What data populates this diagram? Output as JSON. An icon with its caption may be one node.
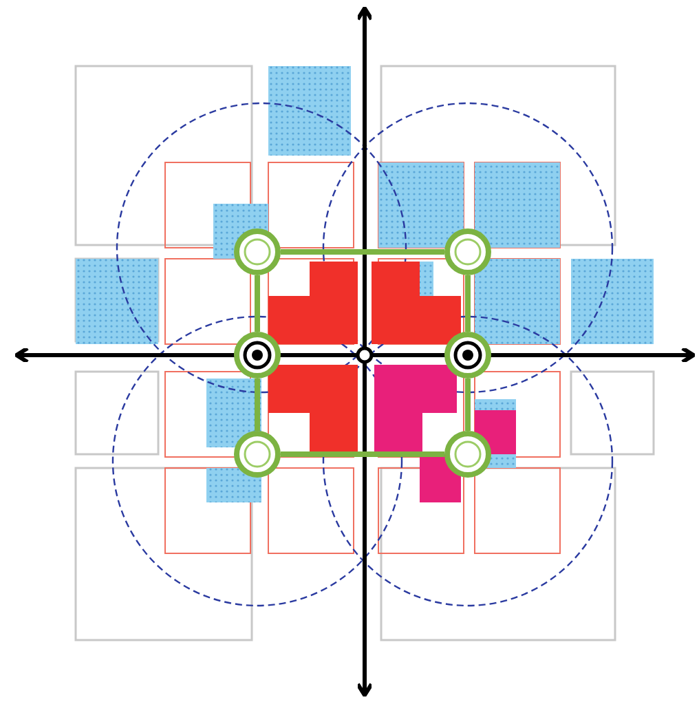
{
  "diagram": {
    "nodes": [
      {
        "text": [],
        "shape": "circle"
      },
      {
        "text": [],
        "shape": "circle"
      },
      {
        "text": [],
        "shape": "circle"
      },
      {
        "text": [],
        "shape": "circle"
      },
      {
        "text": [],
        "shape": "circle"
      },
      {
        "text": [],
        "shape": "circle"
      }
    ],
    "edges": [
      {
        "from": 0,
        "to": 1,
        "arrow": "none"
      },
      {
        "from": 0,
        "to": 2,
        "arrow": "none"
      },
      {
        "from": 1,
        "to": 3,
        "arrow": "none"
      },
      {
        "from": 2,
        "to": 4,
        "arrow": "none"
      },
      {
        "from": 3,
        "to": 5,
        "arrow": "none"
      },
      {
        "from": 4,
        "to": 5,
        "arrow": "none"
      }
    ]
  }
}
